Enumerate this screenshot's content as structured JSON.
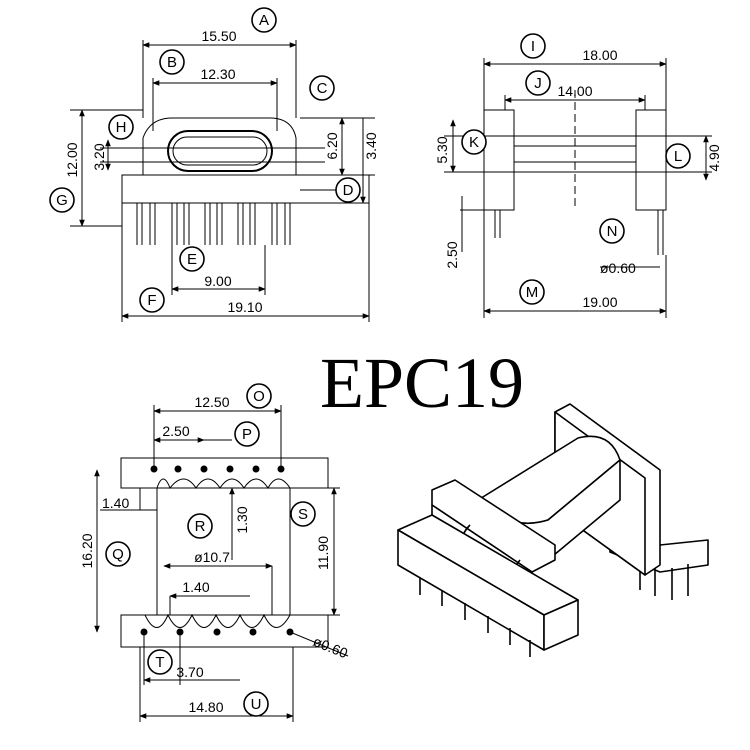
{
  "title": "EPC19",
  "front_view": {
    "dims": {
      "A": "15.50",
      "B": "12.30",
      "C": "6.20",
      "C2": "3.40",
      "H": "12.00",
      "H2": "3.20",
      "E": "9.00",
      "F": "19.10"
    },
    "letters": {
      "A": "A",
      "B": "B",
      "C": "C",
      "D": "D",
      "E": "E",
      "F": "F",
      "G": "G",
      "H": "H"
    }
  },
  "side_view": {
    "dims": {
      "I": "18.00",
      "J": "14.00",
      "K": "5.30",
      "L": "4.90",
      "pin_len": "2.50",
      "N": "ø0.60",
      "M": "19.00"
    },
    "letters": {
      "I": "I",
      "J": "J",
      "K": "K",
      "L": "L",
      "M": "M",
      "N": "N"
    }
  },
  "bottom_view": {
    "dims": {
      "O": "12.50",
      "P": "2.50",
      "x1": "1.40",
      "R": "1.30",
      "Q": "16.20",
      "S": "11.90",
      "hole": "ø10.7",
      "x2": "1.40",
      "T": "3.70",
      "U": "14.80",
      "pin": "ø0.60"
    },
    "letters": {
      "O": "O",
      "P": "P",
      "Q": "Q",
      "R": "R",
      "S": "S",
      "T": "T",
      "U": "U"
    }
  }
}
